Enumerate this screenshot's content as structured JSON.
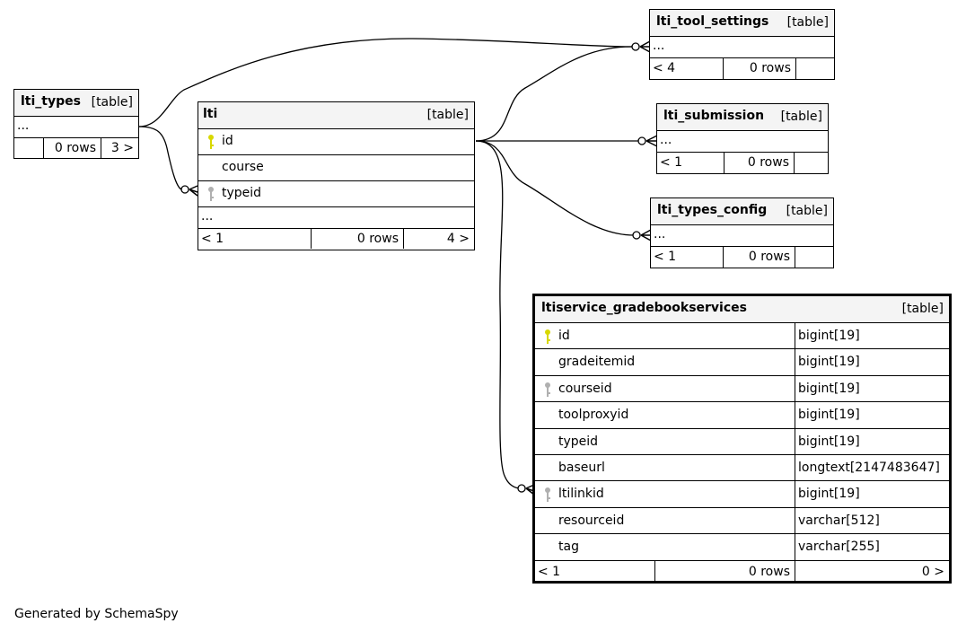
{
  "tables": {
    "lti_types": {
      "name": "lti_types",
      "tag": "[table]",
      "ellipsis": "...",
      "f1": "",
      "rows": "0 rows",
      "f3": "3 >"
    },
    "lti": {
      "name": "lti",
      "tag": "[table]",
      "columns": [
        {
          "name": "id",
          "key": "primary"
        },
        {
          "name": "course",
          "key": "none"
        },
        {
          "name": "typeid",
          "key": "foreign"
        }
      ],
      "ellipsis": "...",
      "f1": "< 1",
      "rows": "0 rows",
      "f3": "4 >"
    },
    "lti_tool_settings": {
      "name": "lti_tool_settings",
      "tag": "[table]",
      "ellipsis": "...",
      "f1": "< 4",
      "rows": "0 rows",
      "f3": ""
    },
    "lti_submission": {
      "name": "lti_submission",
      "tag": "[table]",
      "ellipsis": "...",
      "f1": "< 1",
      "rows": "0 rows",
      "f3": ""
    },
    "lti_types_config": {
      "name": "lti_types_config",
      "tag": "[table]",
      "ellipsis": "...",
      "f1": "< 1",
      "rows": "0 rows",
      "f3": ""
    },
    "ltiservice_gradebookservices": {
      "name": "ltiservice_gradebookservices",
      "tag": "[table]",
      "columns": [
        {
          "name": "id",
          "type": "bigint[19]",
          "key": "primary"
        },
        {
          "name": "gradeitemid",
          "type": "bigint[19]",
          "key": "none"
        },
        {
          "name": "courseid",
          "type": "bigint[19]",
          "key": "foreign"
        },
        {
          "name": "toolproxyid",
          "type": "bigint[19]",
          "key": "none"
        },
        {
          "name": "typeid",
          "type": "bigint[19]",
          "key": "none"
        },
        {
          "name": "baseurl",
          "type": "longtext[2147483647]",
          "key": "none"
        },
        {
          "name": "ltilinkid",
          "type": "bigint[19]",
          "key": "foreign"
        },
        {
          "name": "resourceid",
          "type": "varchar[512]",
          "key": "none"
        },
        {
          "name": "tag",
          "type": "varchar[255]",
          "key": "none"
        }
      ],
      "f1": "< 1",
      "rows": "0 rows",
      "f3": "0 >"
    }
  },
  "footer": "Generated by SchemaSpy",
  "colors": {
    "primary_key": "#d8d800",
    "foreign_key": "#b0b0b0",
    "line": "#000000",
    "header_bg": "#f4f4f4"
  }
}
